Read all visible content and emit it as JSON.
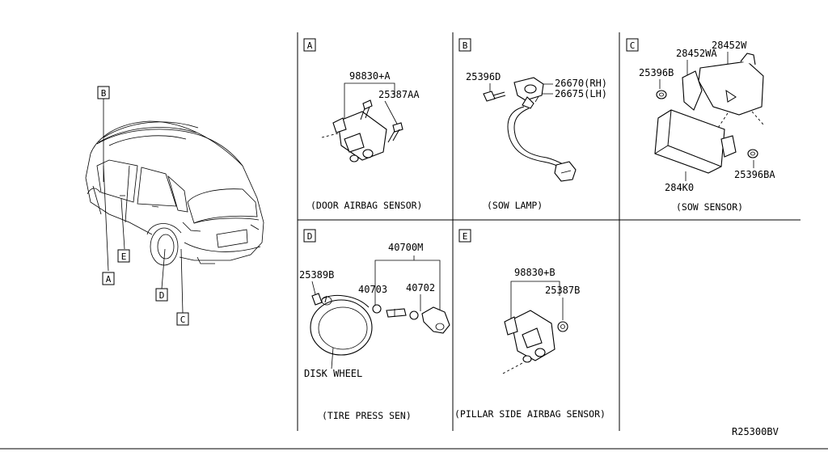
{
  "diagram_code": "R25300BV",
  "vehicle": {
    "callouts": [
      "B",
      "E",
      "A",
      "D",
      "C"
    ]
  },
  "panels": {
    "A": {
      "letter": "A",
      "caption": "(DOOR AIRBAG SENSOR)",
      "parts": [
        "98830+A",
        "25387AA"
      ]
    },
    "B": {
      "letter": "B",
      "caption": "(SOW LAMP)",
      "parts": [
        "25396D",
        "26670(RH)",
        "26675(LH)"
      ]
    },
    "C": {
      "letter": "C",
      "caption": "(SOW SENSOR)",
      "parts": [
        "28452WA",
        "28452W",
        "25396B",
        "284K0",
        "25396BA"
      ]
    },
    "D": {
      "letter": "D",
      "caption": "(TIRE PRESS SEN)",
      "parts": [
        "40700M",
        "25389B",
        "40703",
        "40702"
      ],
      "label": "DISK WHEEL"
    },
    "E": {
      "letter": "E",
      "caption": "(PILLAR SIDE AIRBAG SENSOR)",
      "parts": [
        "98830+B",
        "25387B"
      ]
    }
  }
}
